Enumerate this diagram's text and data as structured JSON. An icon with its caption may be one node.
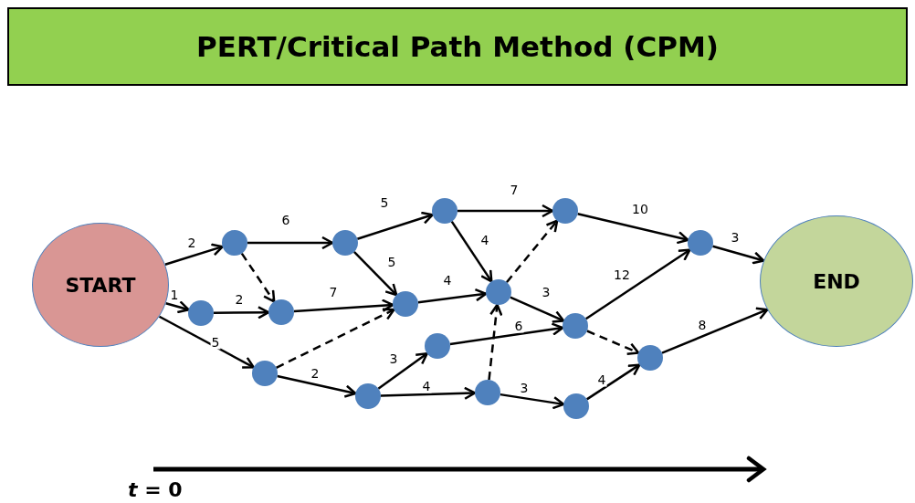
{
  "diagram": {
    "title": "PERT/Critical Path Method (CPM)",
    "nodes": [
      {
        "text": [
          "START"
        ]
      },
      {
        "text": [],
        "shape": "circle"
      },
      {
        "text": [],
        "shape": "circle"
      },
      {
        "text": [],
        "shape": "circle"
      },
      {
        "text": [],
        "shape": "circle"
      },
      {
        "text": [],
        "shape": "circle"
      },
      {
        "text": [
          "END"
        ]
      },
      {
        "text": [],
        "shape": "circle"
      },
      {
        "text": [],
        "shape": "circle"
      },
      {
        "text": [],
        "shape": "circle"
      },
      {
        "text": [],
        "shape": "circle"
      },
      {
        "text": [],
        "shape": "circle"
      },
      {
        "text": [],
        "shape": "circle"
      },
      {
        "text": [],
        "shape": "circle"
      },
      {
        "text": [],
        "shape": "circle"
      },
      {
        "text": [],
        "shape": "circle"
      },
      {
        "text": [],
        "shape": "circle"
      },
      {
        "text": [],
        "shape": "circle"
      }
    ],
    "edges": [
      {
        "from": 0,
        "to": 1,
        "arrow": "to",
        "label": "2"
      },
      {
        "from": 0,
        "to": 7,
        "arrow": "to",
        "label": "1"
      },
      {
        "from": 0,
        "to": 13,
        "arrow": "to",
        "label": "5"
      },
      {
        "from": 1,
        "to": 2,
        "arrow": "to",
        "label": "6"
      },
      {
        "from": 1,
        "to": 8,
        "arrow": "to",
        "style": "dashed"
      },
      {
        "from": 7,
        "to": 8,
        "arrow": "to",
        "label": "2"
      },
      {
        "from": 2,
        "to": 3,
        "arrow": "to",
        "label": "5"
      },
      {
        "from": 2,
        "to": 9,
        "arrow": "to",
        "label": "5"
      },
      {
        "from": 8,
        "to": 9,
        "arrow": "to",
        "label": "7"
      },
      {
        "from": 13,
        "to": 9,
        "arrow": "to",
        "style": "dashed"
      },
      {
        "from": 13,
        "to": 14,
        "arrow": "to",
        "label": "2"
      },
      {
        "from": 3,
        "to": 4,
        "arrow": "to",
        "label": "7"
      },
      {
        "from": 3,
        "to": 10,
        "arrow": "to",
        "label": "4"
      },
      {
        "from": 9,
        "to": 10,
        "arrow": "to",
        "label": "4"
      },
      {
        "from": 10,
        "to": 4,
        "arrow": "to",
        "style": "dashed"
      },
      {
        "from": 10,
        "to": 11,
        "arrow": "to",
        "label": "3"
      },
      {
        "from": 16,
        "to": 10,
        "arrow": "to",
        "style": "dashed"
      },
      {
        "from": 14,
        "to": 15,
        "arrow": "to",
        "label": "3"
      },
      {
        "from": 14,
        "to": 16,
        "arrow": "to",
        "label": "4"
      },
      {
        "from": 15,
        "to": 11,
        "arrow": "to",
        "label": "6"
      },
      {
        "from": 16,
        "to": 17,
        "arrow": "to",
        "label": "3"
      },
      {
        "from": 4,
        "to": 5,
        "arrow": "to",
        "label": "10"
      },
      {
        "from": 11,
        "to": 5,
        "arrow": "to",
        "label": "12"
      },
      {
        "from": 11,
        "to": 12,
        "arrow": "to",
        "style": "dashed"
      },
      {
        "from": 17,
        "to": 12,
        "arrow": "to",
        "label": "4"
      },
      {
        "from": 5,
        "to": 6,
        "arrow": "to",
        "label": "3"
      },
      {
        "from": 12,
        "to": 6,
        "arrow": "to",
        "label": "8"
      }
    ],
    "labels": [
      "*t* = 0"
    ]
  }
}
